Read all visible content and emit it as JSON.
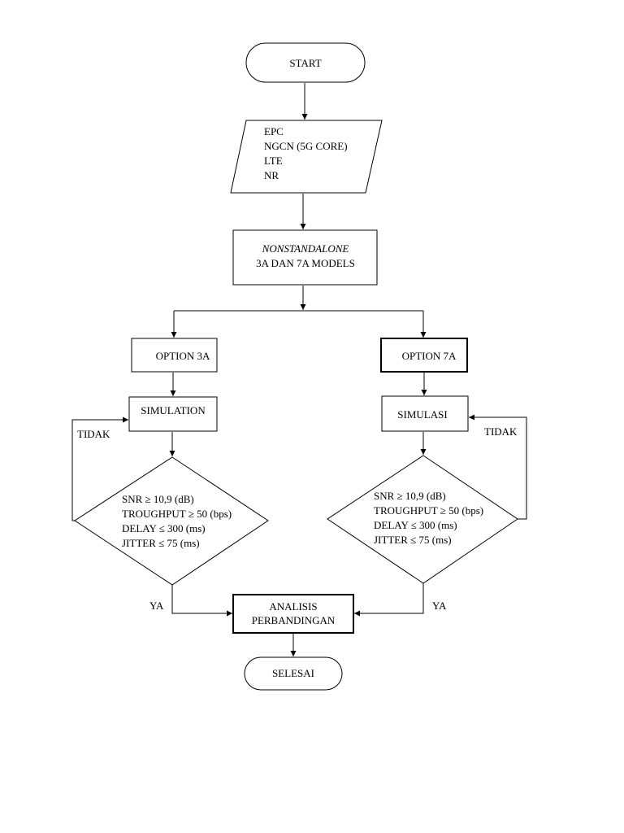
{
  "start": "START",
  "inputs": [
    "EPC",
    "NGCN (5G CORE)",
    "LTE",
    "NR"
  ],
  "models": {
    "line1": "NONSTANDALONE",
    "line2": "3A DAN 7A MODELS"
  },
  "left": {
    "option": "OPTION 3A",
    "sim": "SIMULATION",
    "criteria": [
      "SNR ≥ 10,9 (dB)",
      "TROUGHPUT ≥ 50 (bps)",
      "DELAY ≤ 300 (ms)",
      "JITTER ≤ 75 (ms)"
    ],
    "no": "TIDAK",
    "yes": "YA"
  },
  "right": {
    "option": "OPTION 7A",
    "sim": "SIMULASI",
    "criteria": [
      "SNR ≥ 10,9 (dB)",
      "TROUGHPUT ≥ 50 (bps)",
      "DELAY ≤ 300 (ms)",
      "JITTER ≤ 75 (ms)"
    ],
    "no": "TIDAK",
    "yes": "YA"
  },
  "analysis": {
    "line1": "ANALISIS",
    "line2": "PERBANDINGAN"
  },
  "end": "SELESAI"
}
